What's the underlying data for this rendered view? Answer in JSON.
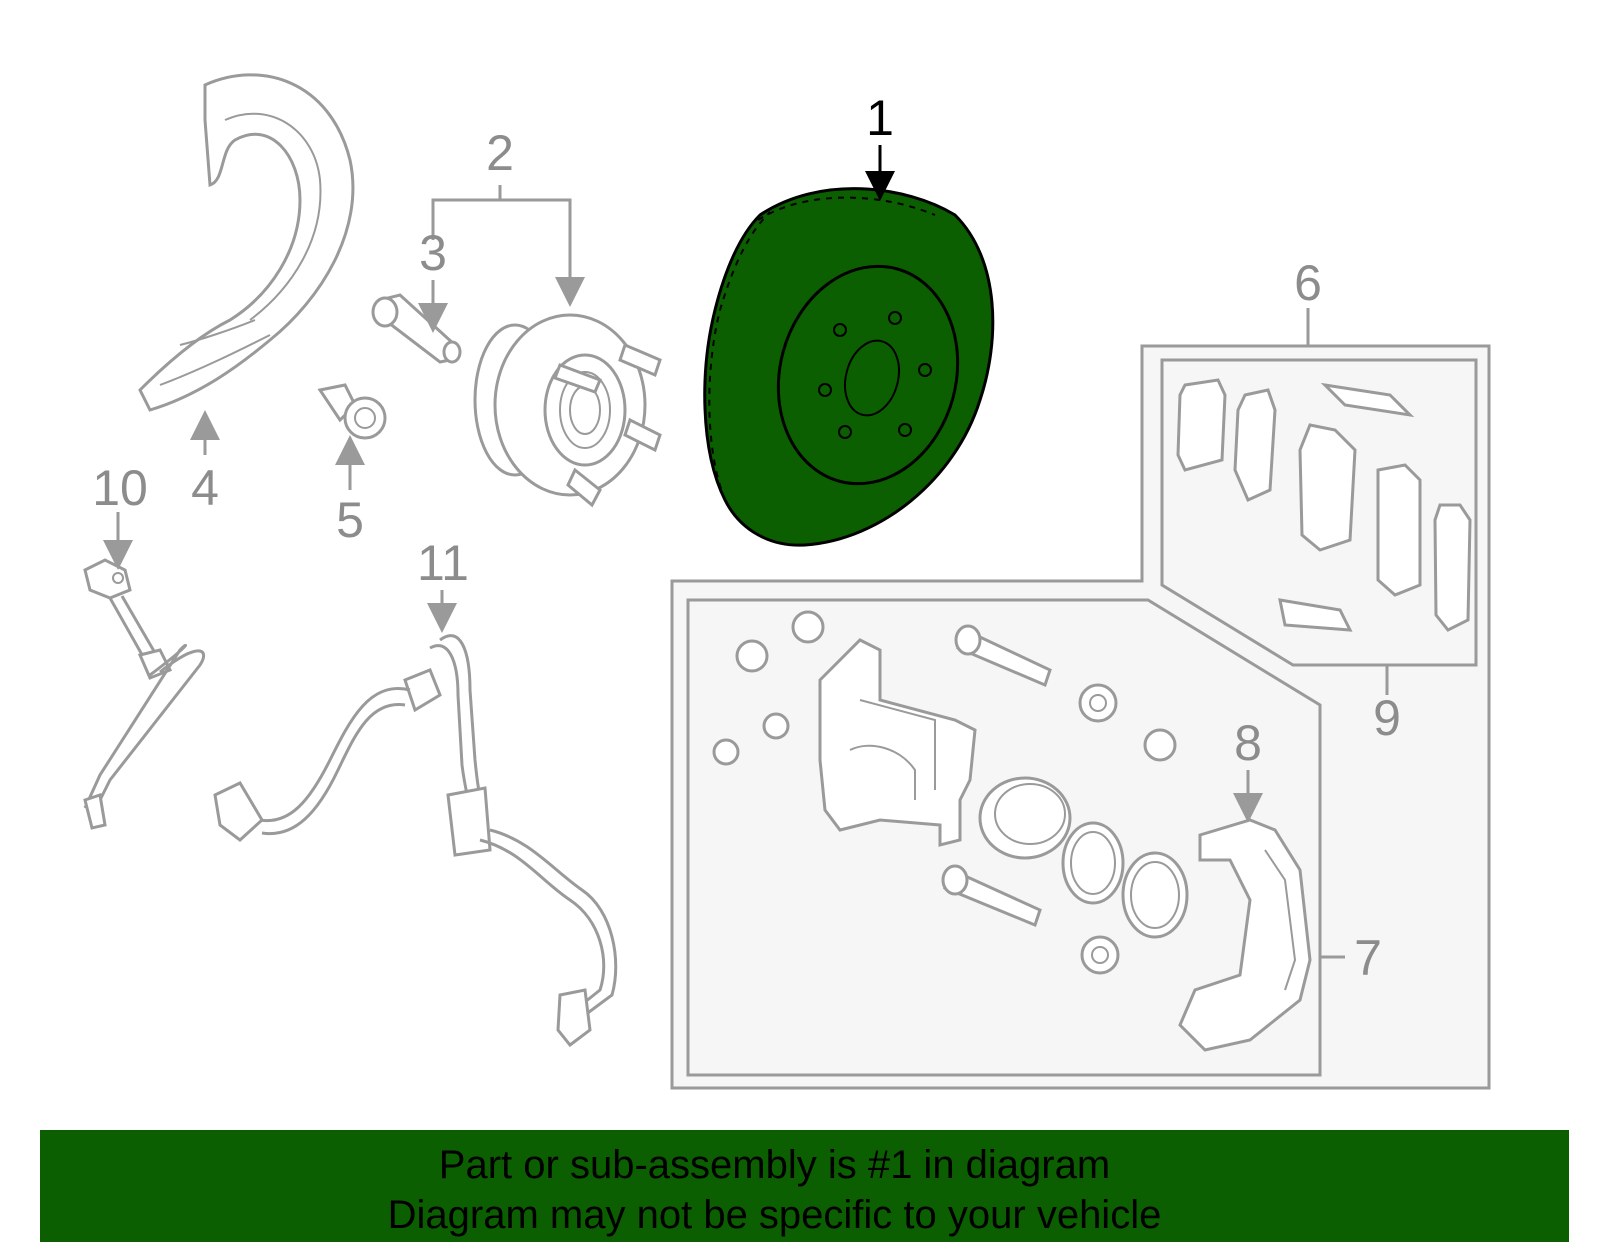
{
  "diagram": {
    "highlight_color": "#0b5f00",
    "callouts": [
      {
        "id": "1",
        "text": "1"
      },
      {
        "id": "2",
        "text": "2"
      },
      {
        "id": "3",
        "text": "3"
      },
      {
        "id": "4",
        "text": "4"
      },
      {
        "id": "5",
        "text": "5"
      },
      {
        "id": "6",
        "text": "6"
      },
      {
        "id": "7",
        "text": "7"
      },
      {
        "id": "8",
        "text": "8"
      },
      {
        "id": "9",
        "text": "9"
      },
      {
        "id": "10",
        "text": "10"
      },
      {
        "id": "11",
        "text": "11"
      }
    ],
    "highlighted_callout": "1"
  },
  "banner": {
    "line1": "Part or sub-assembly is #1 in diagram",
    "line2": "Diagram may not be specific to your vehicle",
    "background": "#0b5f00"
  }
}
